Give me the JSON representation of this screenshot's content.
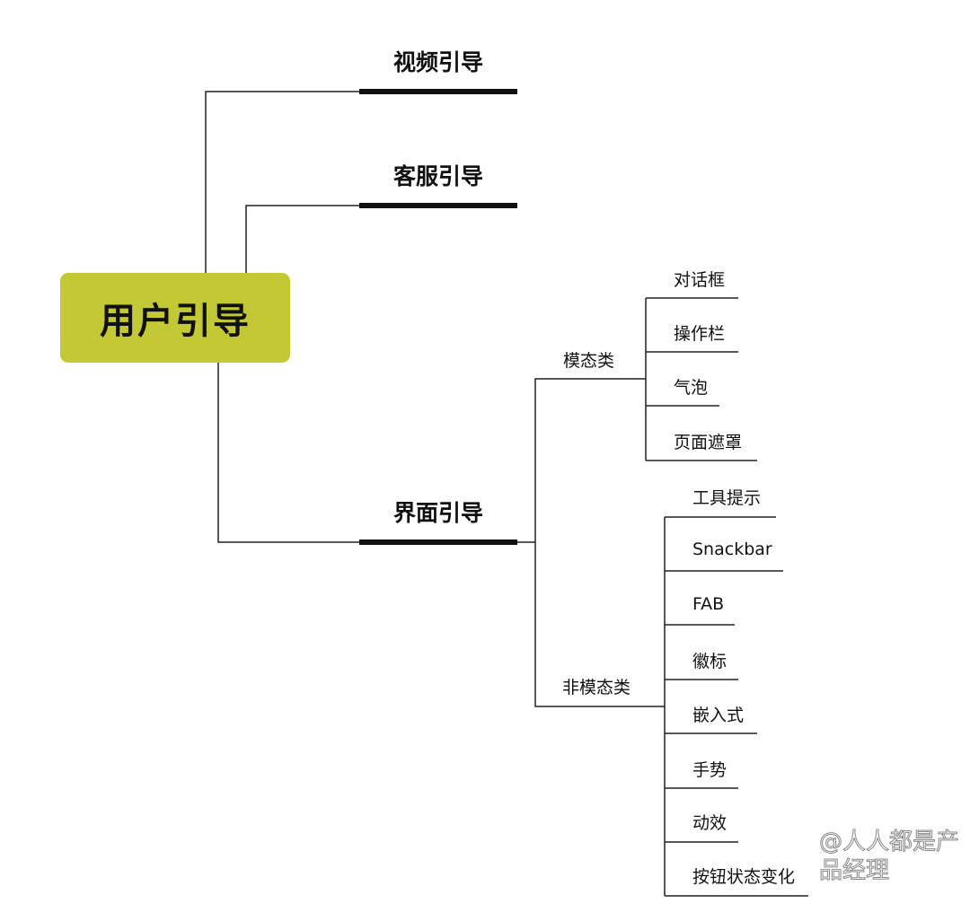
{
  "root": {
    "label": "用户引导",
    "color": "#c3c934"
  },
  "branches": [
    {
      "label": "视频引导"
    },
    {
      "label": "客服引导"
    },
    {
      "label": "界面引导",
      "groups": [
        {
          "label": "模态类",
          "items": [
            "对话框",
            "操作栏",
            "气泡",
            "页面遮罩"
          ]
        },
        {
          "label": "非模态类",
          "items": [
            "工具提示",
            "Snackbar",
            "FAB",
            "徽标",
            "嵌入式",
            "手势",
            "动效",
            "按钮状态变化"
          ]
        }
      ]
    }
  ],
  "watermark": "@人人都是产品经理"
}
